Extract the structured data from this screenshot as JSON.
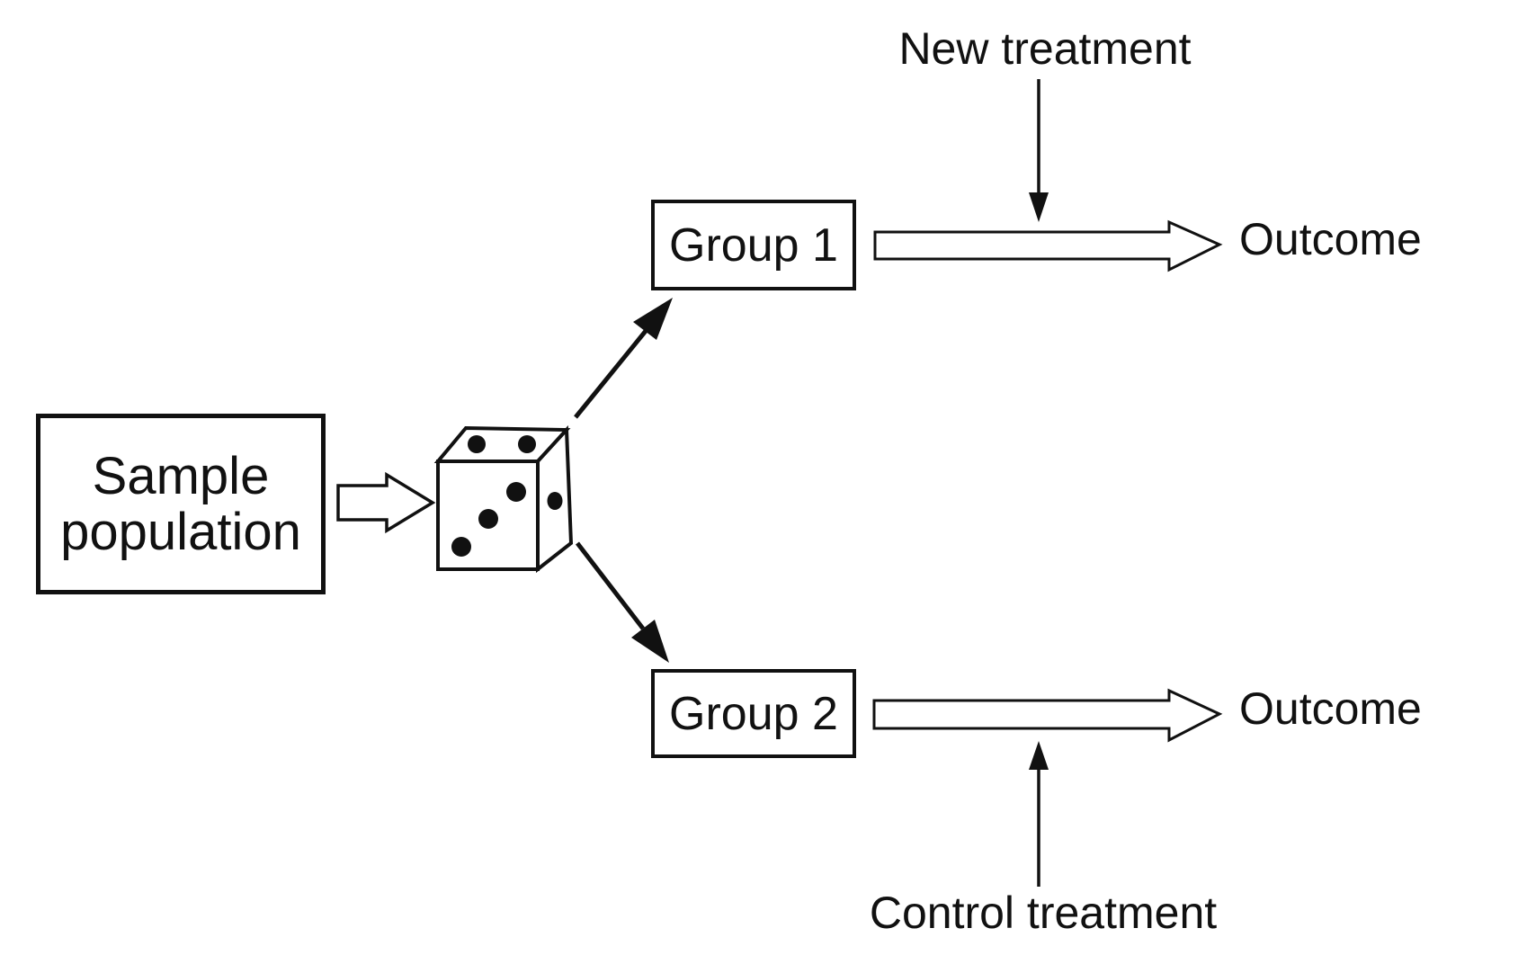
{
  "diagram": {
    "title_hint": "randomised controlled trial flow diagram",
    "colors": {
      "ink": "#111111",
      "background": "#ffffff"
    },
    "nodes": {
      "sample_population": {
        "label_line1": "Sample",
        "label_line2": "population"
      },
      "group1": {
        "label": "Group 1"
      },
      "group2": {
        "label": "Group 2"
      }
    },
    "annotations": {
      "new_treatment": {
        "label": "New treatment"
      },
      "control_treatment": {
        "label": "Control treatment"
      },
      "outcome_top": {
        "label": "Outcome"
      },
      "outcome_bottom": {
        "label": "Outcome"
      }
    },
    "icons": [
      "dice-icon",
      "hollow-arrow-right-icon",
      "solid-arrow-up-right-icon",
      "solid-arrow-down-right-icon",
      "thin-arrow-down-icon",
      "thin-arrow-up-icon"
    ],
    "edges": [
      {
        "from": "sample_population",
        "to": "dice",
        "style": "hollow-arrow"
      },
      {
        "from": "dice",
        "to": "group1",
        "style": "solid-arrow"
      },
      {
        "from": "dice",
        "to": "group2",
        "style": "solid-arrow"
      },
      {
        "from": "group1",
        "to": "outcome_top",
        "style": "hollow-arrow",
        "annotation": "new_treatment"
      },
      {
        "from": "group2",
        "to": "outcome_bottom",
        "style": "hollow-arrow",
        "annotation": "control_treatment"
      }
    ]
  }
}
